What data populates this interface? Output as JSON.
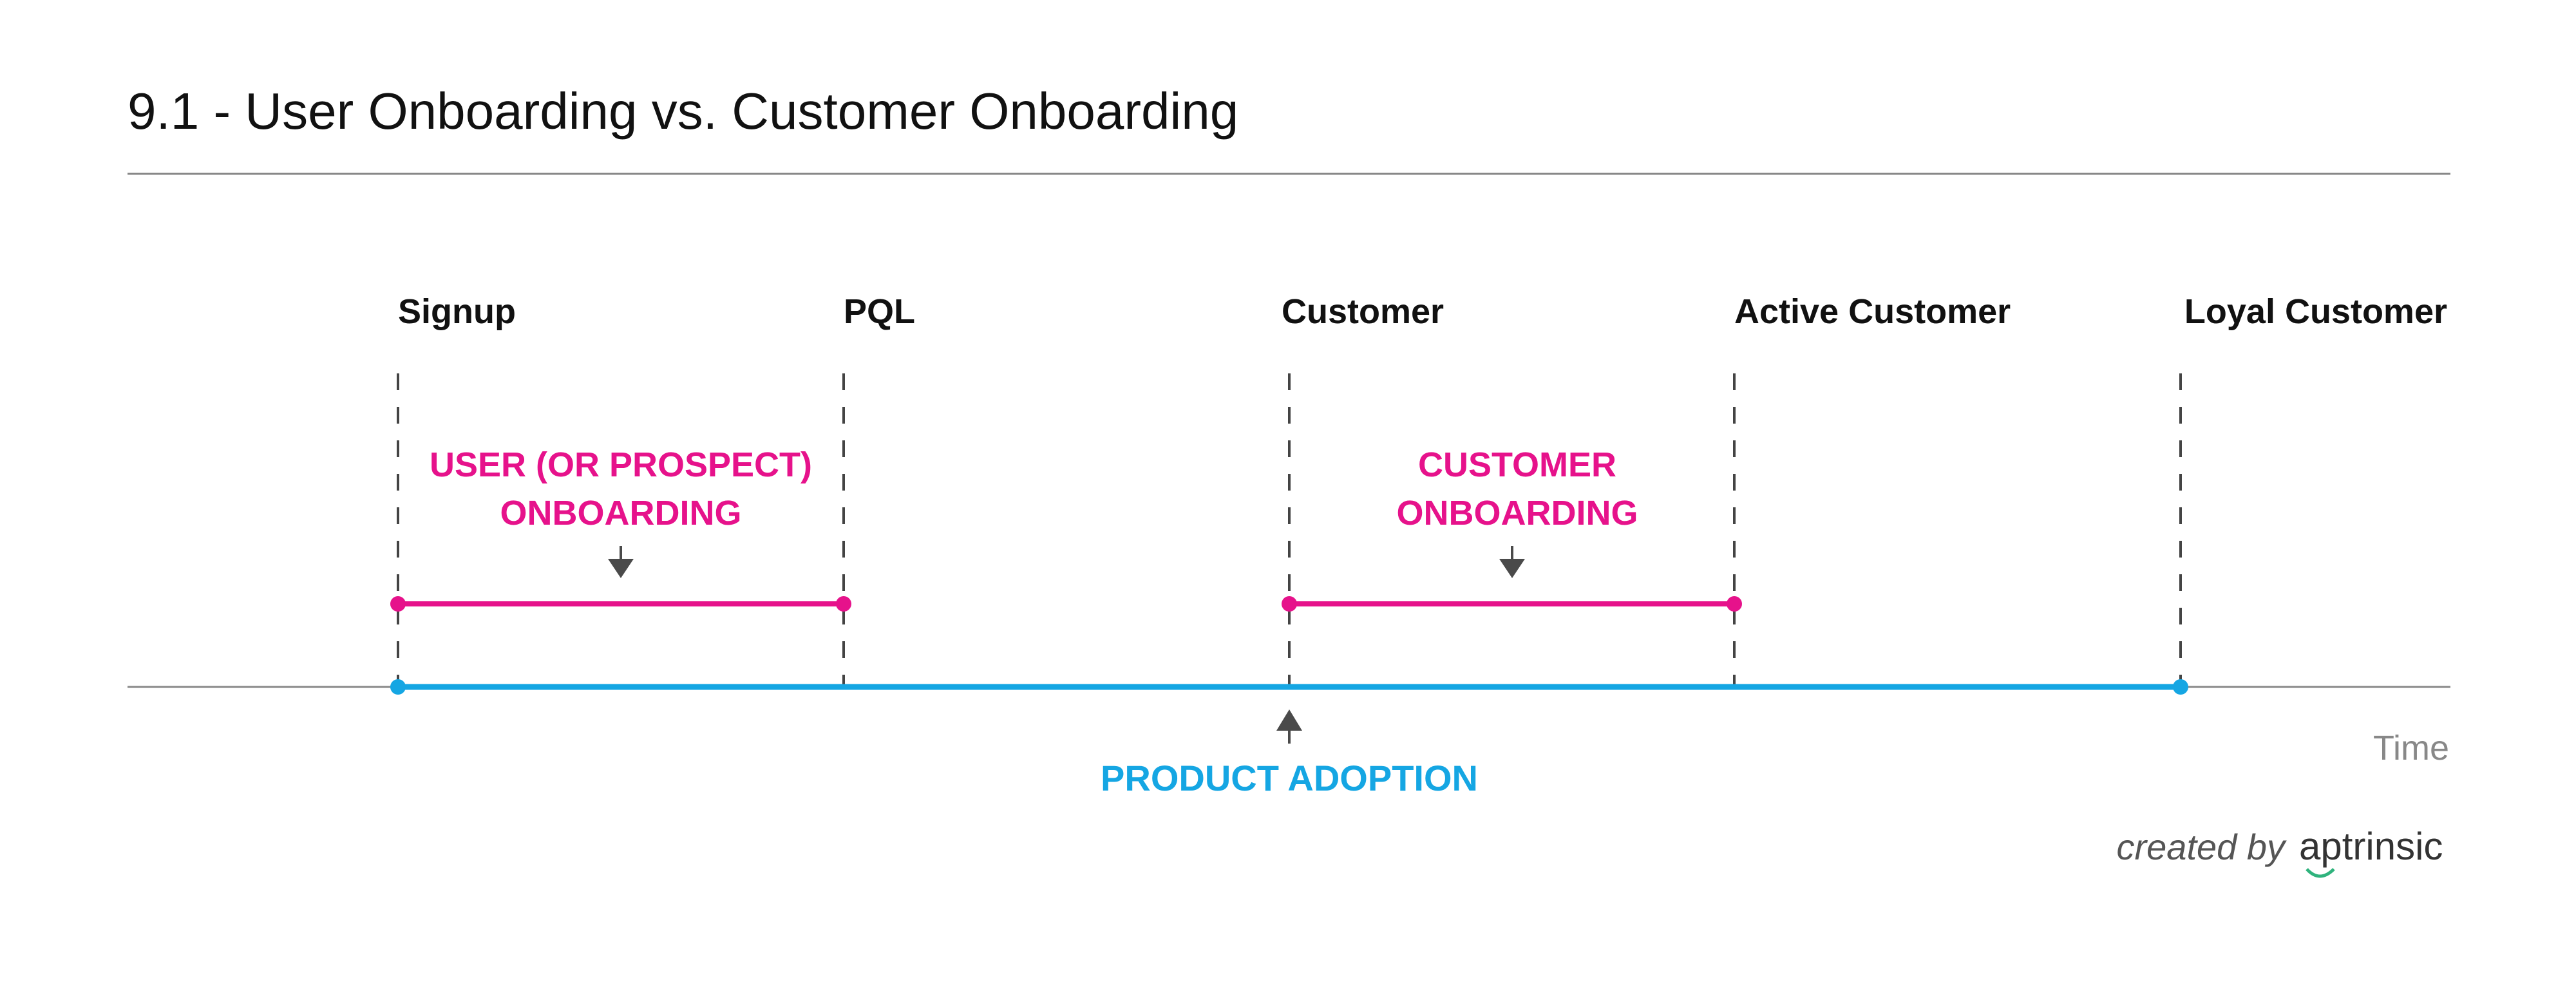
{
  "title": "9.1 - User Onboarding vs. Customer Onboarding",
  "milestones": [
    {
      "label": "Signup"
    },
    {
      "label": "PQL"
    },
    {
      "label": "Customer"
    },
    {
      "label": "Active Customer"
    },
    {
      "label": "Loyal Customer"
    }
  ],
  "phases": {
    "user_onboarding": {
      "line1": "USER (OR PROSPECT)",
      "line2": "ONBOARDING",
      "from": "Signup",
      "to": "PQL"
    },
    "customer_onboarding": {
      "line1": "CUSTOMER",
      "line2": "ONBOARDING",
      "from": "Customer",
      "to": "Active Customer"
    },
    "product_adoption": {
      "label": "PRODUCT ADOPTION",
      "from": "Signup",
      "to": "Loyal Customer"
    }
  },
  "axis": {
    "label": "Time"
  },
  "credit": {
    "prefix": "created by",
    "brand": "aptrinsic"
  },
  "colors": {
    "pink": "#e6128b",
    "blue": "#15a6e3",
    "gray_line": "#888888",
    "dash": "#444444",
    "arrow": "#4a4a4a",
    "brand_accent": "#2fb37d"
  }
}
